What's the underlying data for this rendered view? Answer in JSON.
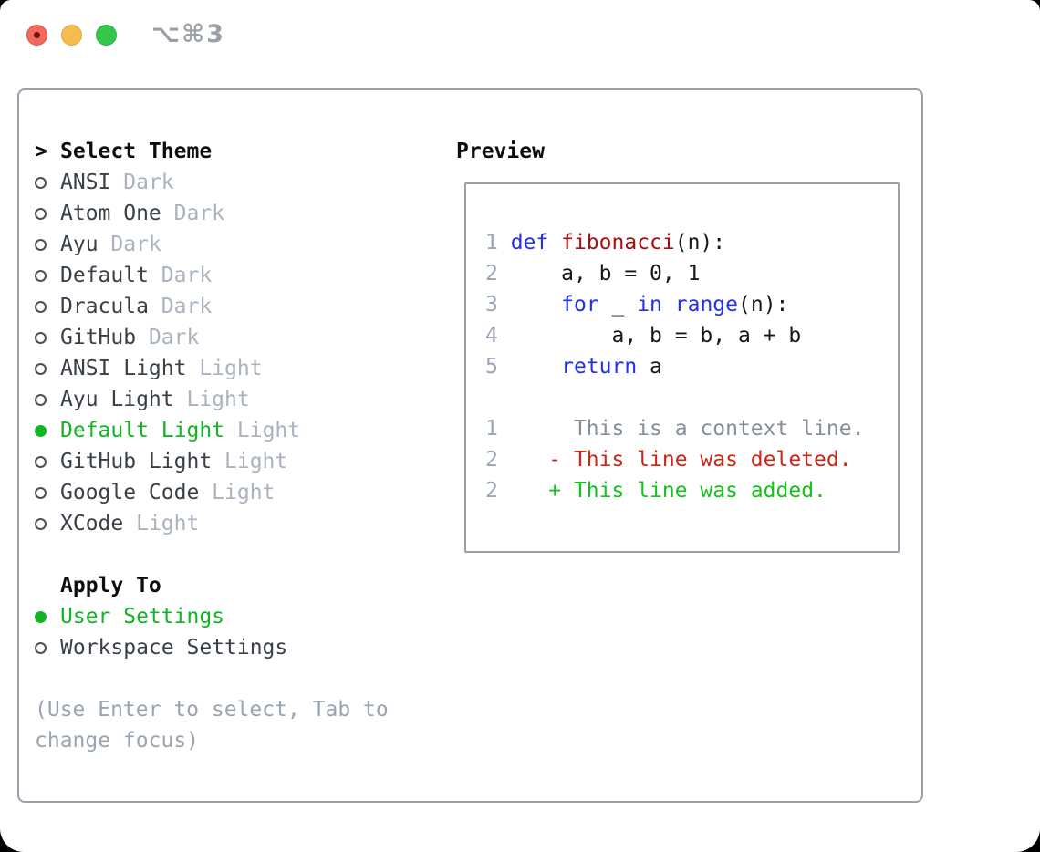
{
  "window": {
    "shortcut": "⌥⌘3"
  },
  "titlebar": {
    "buttons": [
      {
        "name": "close",
        "color": "#f16a5d"
      },
      {
        "name": "minimize",
        "color": "#f6bd4e"
      },
      {
        "name": "zoom",
        "color": "#35c74c"
      }
    ]
  },
  "theme_section": {
    "cursor": ">",
    "title": "Select Theme",
    "items": [
      {
        "label": "ANSI",
        "tag": "Dark",
        "selected": false
      },
      {
        "label": "Atom One",
        "tag": "Dark",
        "selected": false
      },
      {
        "label": "Ayu",
        "tag": "Dark",
        "selected": false
      },
      {
        "label": "Default",
        "tag": "Dark",
        "selected": false
      },
      {
        "label": "Dracula",
        "tag": "Dark",
        "selected": false
      },
      {
        "label": "GitHub",
        "tag": "Dark",
        "selected": false
      },
      {
        "label": "ANSI Light",
        "tag": "Light",
        "selected": false
      },
      {
        "label": "Ayu Light",
        "tag": "Light",
        "selected": false
      },
      {
        "label": "Default Light",
        "tag": "Light",
        "selected": true
      },
      {
        "label": "GitHub Light",
        "tag": "Light",
        "selected": false
      },
      {
        "label": "Google Code",
        "tag": "Light",
        "selected": false
      },
      {
        "label": "XCode",
        "tag": "Light",
        "selected": false
      }
    ]
  },
  "apply_section": {
    "title": "Apply To",
    "items": [
      {
        "label": "User Settings",
        "selected": true
      },
      {
        "label": "Workspace Settings",
        "selected": false
      }
    ]
  },
  "hint": "(Use Enter to select, Tab to change focus)",
  "preview": {
    "title": "Preview",
    "lines": [
      {
        "tokens": [
          {
            "c": "num",
            "t": "1 "
          },
          {
            "c": "kw",
            "t": "def"
          },
          {
            "c": "code",
            "t": " "
          },
          {
            "c": "fn",
            "t": "fibonacci"
          },
          {
            "c": "code",
            "t": "(n):"
          }
        ]
      },
      {
        "tokens": [
          {
            "c": "num",
            "t": "2 "
          },
          {
            "c": "code",
            "t": "    a, b = 0, 1"
          }
        ]
      },
      {
        "tokens": [
          {
            "c": "num",
            "t": "3 "
          },
          {
            "c": "code",
            "t": "    "
          },
          {
            "c": "kw",
            "t": "for"
          },
          {
            "c": "code",
            "t": " _ "
          },
          {
            "c": "kw",
            "t": "in"
          },
          {
            "c": "code",
            "t": " "
          },
          {
            "c": "kw",
            "t": "range"
          },
          {
            "c": "code",
            "t": "(n):"
          }
        ]
      },
      {
        "tokens": [
          {
            "c": "num",
            "t": "4 "
          },
          {
            "c": "code",
            "t": "        a, b = b, a + b"
          }
        ]
      },
      {
        "tokens": [
          {
            "c": "num",
            "t": "5 "
          },
          {
            "c": "code",
            "t": "    "
          },
          {
            "c": "kw",
            "t": "return"
          },
          {
            "c": "code",
            "t": " a"
          }
        ]
      },
      {
        "tokens": []
      },
      {
        "tokens": [
          {
            "c": "num",
            "t": "1"
          },
          {
            "c": "ctx",
            "t": "      This is a context line."
          }
        ]
      },
      {
        "tokens": [
          {
            "c": "num",
            "t": "2"
          },
          {
            "c": "del",
            "t": "    - This line was deleted."
          }
        ]
      },
      {
        "tokens": [
          {
            "c": "num",
            "t": "2"
          },
          {
            "c": "add",
            "t": "    + This line was added."
          }
        ]
      }
    ]
  },
  "colors": {
    "accent_green": "#12b424",
    "keyword_blue": "#2230ed",
    "function_red": "#a31212",
    "code_text": "#16181c",
    "line_number": "#9aa5b1",
    "context_gray": "#868e99",
    "deleted_red": "#cd2617",
    "added_green": "#13c31b",
    "muted_tag": "#a9b2be",
    "theme_name": "#3a4048",
    "hint_gray": "#9aa4b1",
    "panel_border": "#99a1ab",
    "traffic_red": "#f16a5d",
    "traffic_yellow": "#f6bd4e",
    "traffic_green": "#35c74c"
  }
}
